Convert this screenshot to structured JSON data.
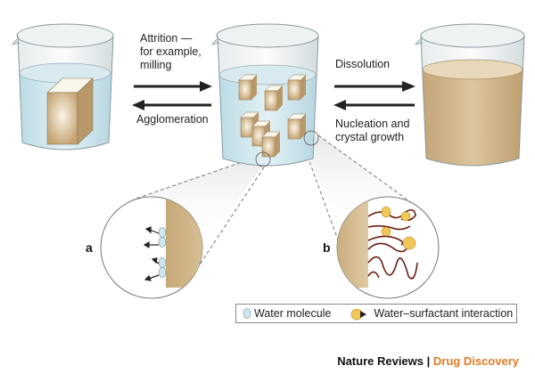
{
  "labels": {
    "attrition": [
      "Attrition —",
      "for example,",
      "milling"
    ],
    "agglomeration": "Agglomeration",
    "dissolution": "Dissolution",
    "nucleation": [
      "Nucleation and",
      "crystal growth"
    ]
  },
  "panels": {
    "a": "a",
    "b": "b"
  },
  "legend": {
    "water_molecule": "Water molecule",
    "water_surfactant": "Water–surfactant interaction"
  },
  "footer": {
    "journal": "Nature Reviews",
    "separator": "|",
    "section": "Drug Discovery"
  },
  "colors": {
    "water": "#cfe6ee",
    "solid": "#c8a878",
    "surfactant": "#f2c75a",
    "chain": "#6b1a12",
    "accent": "#e07b25"
  }
}
